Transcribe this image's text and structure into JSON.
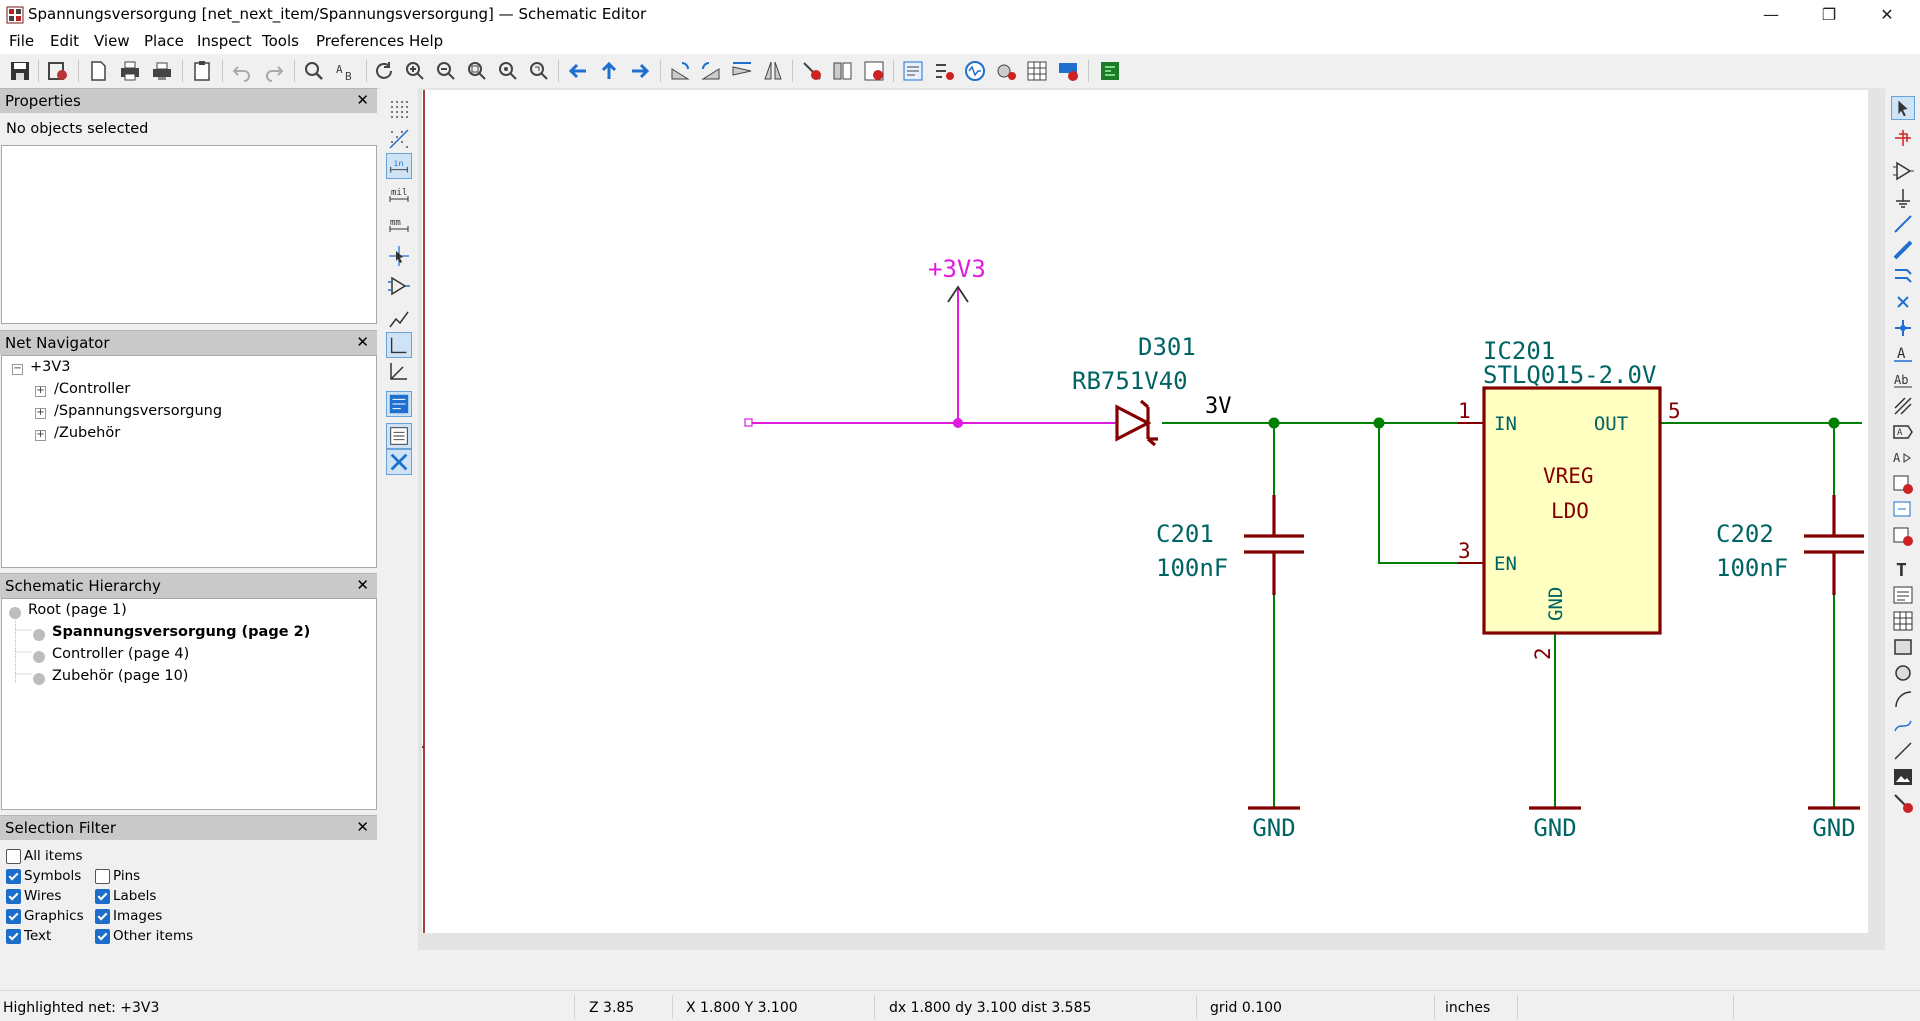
{
  "window": {
    "title": "Spannungsversorgung [net_next_item/Spannungsversorgung] — Schematic Editor",
    "minimize": "—",
    "maximize": "❐",
    "close": "✕"
  },
  "menu": [
    "File",
    "Edit",
    "View",
    "Place",
    "Inspect",
    "Tools",
    "Preferences",
    "Help"
  ],
  "panels": {
    "properties": {
      "title": "Properties",
      "message": "No objects selected"
    },
    "net_navigator": {
      "title": "Net Navigator",
      "root": "+3V3",
      "children": [
        "/Controller",
        "/Spannungsversorgung",
        "/Zubehör"
      ]
    },
    "hierarchy": {
      "title": "Schematic Hierarchy",
      "items": [
        "Root (page 1)",
        "Spannungsversorgung (page 2)",
        "Controller (page 4)",
        "Zubehör (page 10)"
      ]
    },
    "selection_filter": {
      "title": "Selection Filter",
      "all_items": {
        "label": "All items",
        "checked": false
      },
      "items": [
        {
          "label": "Symbols",
          "checked": true
        },
        {
          "label": "Pins",
          "checked": false
        },
        {
          "label": "Wires",
          "checked": true
        },
        {
          "label": "Labels",
          "checked": true
        },
        {
          "label": "Graphics",
          "checked": true
        },
        {
          "label": "Images",
          "checked": true
        },
        {
          "label": "Text",
          "checked": true
        },
        {
          "label": "Other items",
          "checked": true
        }
      ]
    }
  },
  "schematic": {
    "power_label": "+3V3",
    "diode_ref": "D301",
    "diode_value": "RB751V40",
    "net_3v": "3V",
    "c201_ref": "C201",
    "c201_value": "100nF",
    "c202_ref": "C202",
    "c202_value": "100nF",
    "ic_ref": "IC201",
    "ic_value": "STLQ015-2.0V",
    "ic_line1": "VREG",
    "ic_line2": "LDO",
    "pin_in": "IN",
    "pin_out": "OUT",
    "pin_en": "EN",
    "pin_gnd": "GND",
    "pin1": "1",
    "pin5": "5",
    "pin3": "3",
    "pin2": "2",
    "gnd_label": "GND",
    "colors": {
      "highlight": "#e01be0",
      "wire": "#008000",
      "symbol": "#840000",
      "text": "#006464",
      "ic_fill": "#ffffc2"
    }
  },
  "status": {
    "highlighted_net": "Highlighted net: +3V3",
    "zoom": "Z 3.85",
    "coords": "X 1.800  Y 3.100",
    "delta": "dx 1.800  dy 3.100  dist 3.585",
    "grid": "grid 0.100",
    "units": "inches"
  }
}
